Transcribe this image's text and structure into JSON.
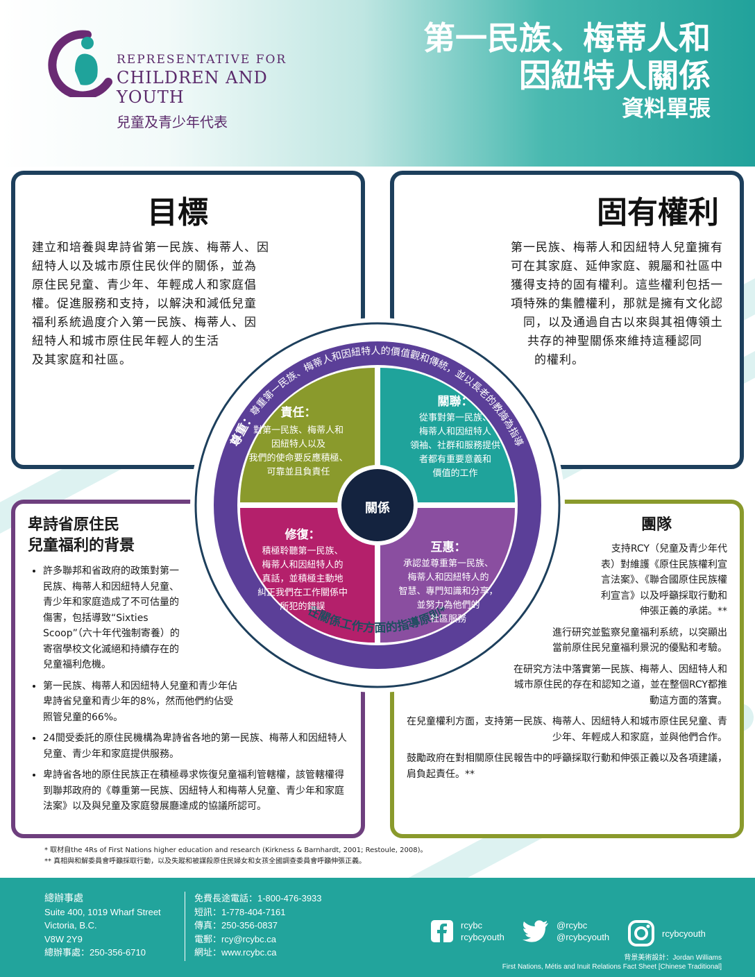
{
  "org": {
    "name_line1": "REPRESENTATIVE FOR",
    "name_line2": "CHILDREN AND YOUTH",
    "name_zh": "兒童及青少年代表"
  },
  "title": {
    "line1": "第一民族、梅蒂人和",
    "line2": "因紐特人關係",
    "line3": "資料單張"
  },
  "goal": {
    "heading": "目標",
    "lines": [
      "建立和培養與卑詩省第一民族、梅蒂人、因",
      "紐特人以及城市原住民伙伴的關係，並為",
      "原住民兒童、青少年、年輕成人和家庭倡",
      "權。促進服務和支持，以解決和減低兒童",
      "福利系統過度介入第一民族、梅蒂人、因",
      "紐特人和城市原住民年輕人的生活",
      "及其家庭和社區。"
    ]
  },
  "rights": {
    "heading": "固有權利",
    "lines": [
      "第一民族、梅蒂人和因紐特人兒童擁有",
      "可在其家庭、延伸家庭、親屬和社區中",
      "獲得支持的固有權利。這些權利包括一",
      "項特殊的集體權利，那就是擁有文化認",
      "同，以及通過自古以來與其祖傳領土",
      "共存的神聖關係來維持這種認同",
      "的權利。"
    ]
  },
  "wheel": {
    "respect_label": "尊重：",
    "respect_text": "尊重第一民族、梅蒂人和因紐特人的價值觀和傳統，並以長老的教誨為指導",
    "bottom_text": "在關係工作方面的指導原則*",
    "center": "關係",
    "colors": {
      "green": "#8a9a2c",
      "teal": "#1fa39b",
      "magenta": "#b4206b",
      "violet": "#8a4ea0",
      "ring": "#5b3f98",
      "center": "#14233f"
    },
    "quadrants": {
      "responsibility": {
        "title": "責任：",
        "lines": [
          "對第一民族、梅蒂人和",
          "因紐特人以及",
          "我們的使命要反應積極、",
          "可靠並且負責任"
        ]
      },
      "relevance": {
        "title": "關聯：",
        "lines": [
          "從事對第一民族、",
          "梅蒂人和因紐特人",
          "領袖、社群和服務提供",
          "者都有重要意義和",
          "價值的工作"
        ]
      },
      "repair": {
        "title": "修復：",
        "lines": [
          "積極聆聽第一民族、",
          "梅蒂人和因紐特人的",
          "真話，並積極主動地",
          "糾正我們在工作關係中",
          "所犯的錯誤"
        ]
      },
      "reciprocity": {
        "title": "互惠：",
        "lines": [
          "承認並尊重第一民族、",
          "梅蒂人和因紐特人的",
          "智慧、專門知識和分享，",
          "並努力為他們的",
          "社區服務"
        ]
      }
    }
  },
  "background": {
    "heading_line1": "卑詩省原住民",
    "heading_line2": "兒童福利的背景",
    "items": [
      "許多聯邦和省政府的政策對第一民族、梅蒂人和因紐特人兒童、青少年和家庭造成了不可估量的傷害，包括導致“Sixties Scoop”（六十年代強制寄養）的寄宿學校文化滅絕和持續存在的兒童福利危機。",
      "第一民族、梅蒂人和因紐特人兒童和青少年佔卑詩省兒童和青少年的8%，然而他們約佔受照管兒童的66%。",
      "24間受委託的原住民機構為卑詩省各地的第一民族、梅蒂人和因紐特人兒童、青少年和家庭提供服務。",
      "卑詩省各地的原住民族正在積極尋求恢復兒童福利管轄權，該管轄權得到聯邦政府的《尊重第一民族、因紐特人和梅蒂人兒童、青少年和家庭法案》以及與兒童及家庭發展廳達成的協議所認可。"
    ]
  },
  "team": {
    "heading": "團隊",
    "items": [
      "支持RCY（兒童及青少年代表）對維護《原住民族權利宣言法案》、《聯合國原住民族權利宣言》以及呼籲採取行動和伸張正義的承諾。**",
      "進行研究並監察兒童福利系統，以突顯出當前原住民兒童福利景況的優點和考驗。",
      "在研究方法中落實第一民族、梅蒂人、因紐特人和城市原住民的存在和認知之道，並在整個RCY都推動這方面的落實。",
      "在兒童權利方面，支持第一民族、梅蒂人、因紐特人和城市原住民兒童、青少年、年輕成人和家庭，並與他們合作。",
      "鼓勵政府在對相關原住民報告中的呼籲採取行動和伸張正義以及各項建議，肩負起責任。**"
    ]
  },
  "footnotes": {
    "one": "*   取材自the 4Rs of First Nations higher education and research (Kirkness & Barnhardt, 2001; Restoule, 2008)。",
    "two": "**  真相與和解委員會呼籲採取行動，以及失蹤和被謀殺原住民婦女和女孩全國調查委員會呼籲伸張正義。"
  },
  "footer": {
    "office": {
      "label": "總辦事處",
      "lines": [
        "Suite 400, 1019 Wharf Street",
        "Victoria, B.C.",
        "V8W 2Y9",
        "總辦事處：250-356-6710"
      ]
    },
    "contact": [
      "免費長途電話：1-800-476-3933",
      "短訊：1-778-404-7161",
      "傳真：250-356-0837",
      "電郵：rcy@rcybc.ca",
      "網址：www.rcybc.ca"
    ],
    "facebook": {
      "line1": "rcybc",
      "line2": "rcybcyouth"
    },
    "twitter": {
      "line1": "@rcybc",
      "line2": "@rcybcyouth"
    },
    "instagram": {
      "line1": "rcybcyouth"
    },
    "credit1": "背景美術設計：Jordan Williams",
    "credit2": "First Nations, Métis and Inuit Relations Fact Sheet [Chinese Traditional]"
  }
}
